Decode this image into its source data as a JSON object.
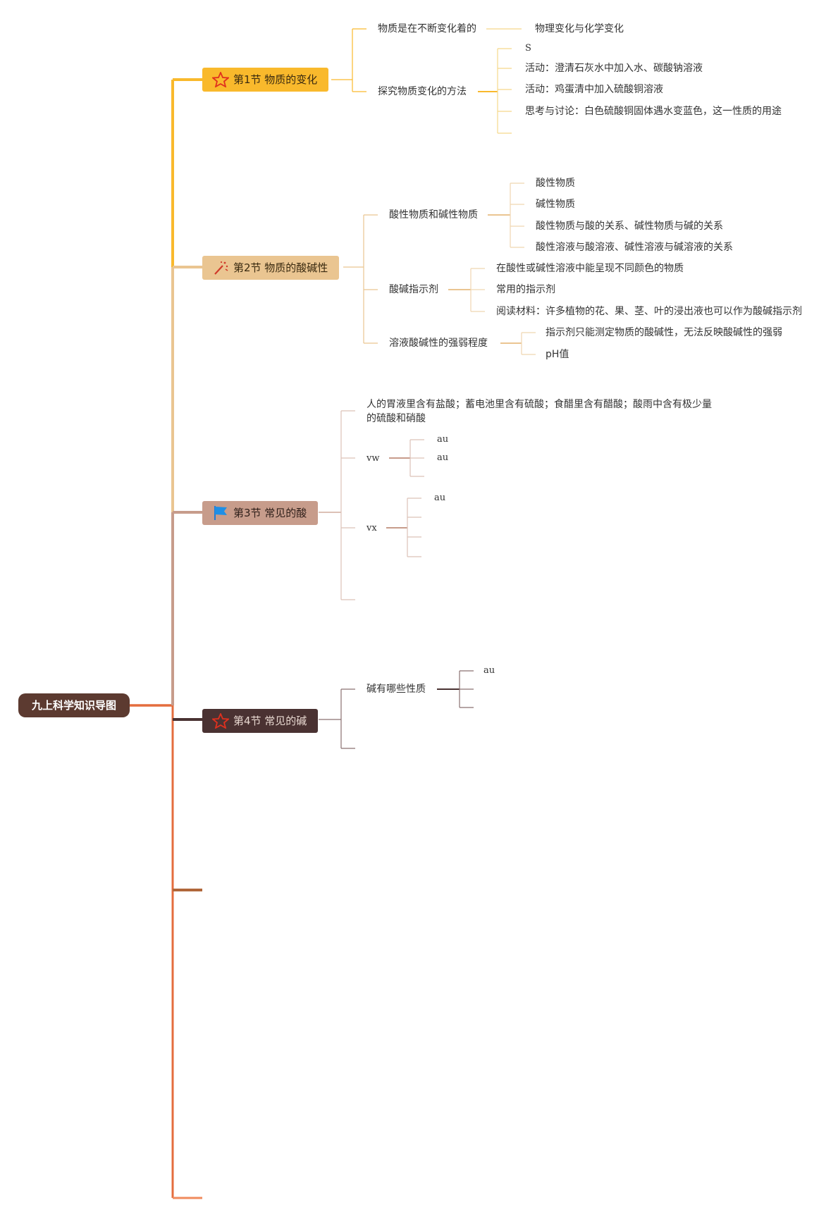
{
  "root": {
    "label": "九上科学知识导图"
  },
  "colors": {
    "root_bg": "#5c3a30",
    "sec1": "#f9b92c",
    "sec2": "#eac591",
    "sec3": "#c79c8b",
    "sec4": "#4a3232",
    "trunk_low": "#e46d3e",
    "trunk_tip": "#f08a5c"
  },
  "sections": [
    {
      "label": "第1节 物质的变化",
      "icon": "star-icon",
      "children": [
        {
          "label": "物质是在不断变化着的",
          "children": [
            {
              "label": "物理变化与化学变化"
            }
          ]
        },
        {
          "label": "探究物质变化的方法",
          "children": [
            {
              "label": "S"
            },
            {
              "label": "活动：澄清石灰水中加入水、碳酸钠溶液"
            },
            {
              "label": "活动：鸡蛋清中加入硫酸铜溶液"
            },
            {
              "label": "思考与讨论：白色硫酸铜固体遇水变蓝色，这一性质的用途"
            },
            {
              "label": ""
            }
          ]
        }
      ]
    },
    {
      "label": "第2节 物质的酸碱性",
      "icon": "magic-wand-icon",
      "children": [
        {
          "label": "酸性物质和碱性物质",
          "children": [
            {
              "label": "酸性物质"
            },
            {
              "label": "碱性物质"
            },
            {
              "label": "酸性物质与酸的关系、碱性物质与碱的关系"
            },
            {
              "label": "酸性溶液与酸溶液、碱性溶液与碱溶液的关系"
            }
          ]
        },
        {
          "label": "酸碱指示剂",
          "children": [
            {
              "label": "在酸性或碱性溶液中能呈现不同颜色的物质"
            },
            {
              "label": "常用的指示剂"
            },
            {
              "label": "阅读材料：许多植物的花、果、茎、叶的浸出液也可以作为酸碱指示剂"
            }
          ]
        },
        {
          "label": "溶液酸碱性的强弱程度",
          "children": [
            {
              "label": "指示剂只能测定物质的酸碱性，无法反映酸碱性的强弱"
            },
            {
              "label": "pH值"
            }
          ]
        }
      ]
    },
    {
      "label": "第3节 常见的酸",
      "icon": "flag-icon",
      "children": [
        {
          "label": "人的胃液里含有盐酸；蓄电池里含有硫酸；食醋里含有醋酸；酸雨中含有极少量的硫酸和硝酸"
        },
        {
          "label": "vw",
          "children": [
            {
              "label": "au"
            },
            {
              "label": "au"
            },
            {
              "label": ""
            }
          ]
        },
        {
          "label": "vx",
          "children": [
            {
              "label": "au"
            },
            {
              "label": ""
            },
            {
              "label": ""
            },
            {
              "label": ""
            }
          ]
        },
        {
          "label": ""
        }
      ]
    },
    {
      "label": "第4节 常见的碱",
      "icon": "star-icon",
      "children": [
        {
          "label": "碱有哪些性质",
          "children": [
            {
              "label": "au"
            },
            {
              "label": ""
            },
            {
              "label": ""
            }
          ]
        },
        {
          "label": ""
        }
      ]
    }
  ]
}
